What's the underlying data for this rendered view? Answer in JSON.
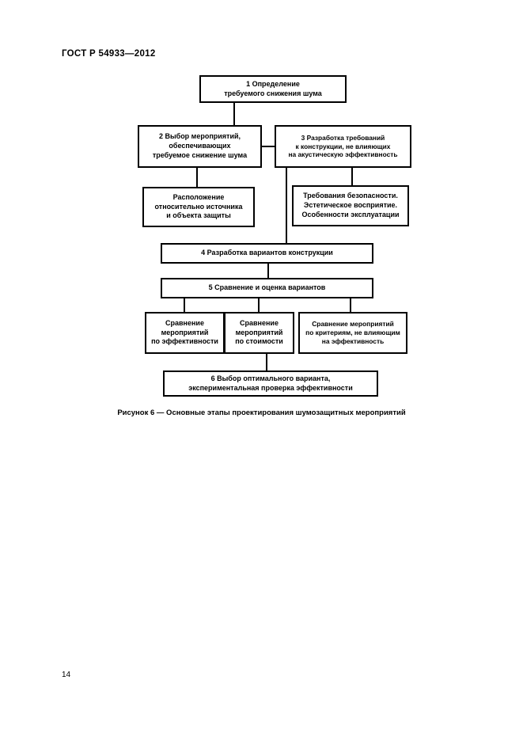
{
  "document": {
    "header": "ГОСТ Р 54933—2012",
    "page_number": "14",
    "figure_caption": "Рисунок  6 — Основные этапы проектирования шумозащитных мероприятий"
  },
  "flowchart": {
    "step1": "1 Определение\nтребуемого снижения шума",
    "step2": "2 Выбор мероприятий,\nобеспечивающих\nтребуемое снижение шума",
    "step3": "3 Разработка требований\nк конструкции, не влияющих\nна акустическую эффективность",
    "step2_detail": "Расположение\nотносительно источника\nи объекта защиты",
    "step3_detail": "Требования безопасности.\nЭстетическое восприятие.\nОсобенности эксплуатации",
    "step4": "4 Разработка вариантов конструкции",
    "step5": "5 Сравнение и оценка вариантов",
    "step5_compare_efficiency": "Сравнение\nмероприятий\nпо эффективности",
    "step5_compare_cost": "Сравнение\nмероприятий\nпо стоимости",
    "step5_compare_other": "Сравнение мероприятий\nпо критериям, не влияющим\nна эффективность",
    "step6": "6 Выбор оптимального варианта,\nэкспериментальная проверка эффективности"
  },
  "colors": {
    "ink": "#000000",
    "paper": "#ffffff"
  }
}
